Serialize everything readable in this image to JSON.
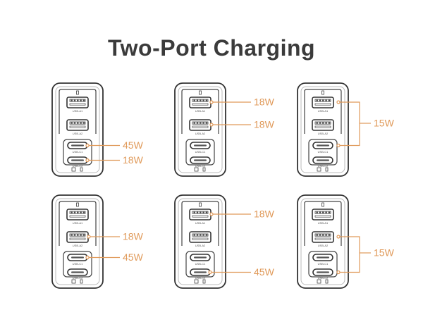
{
  "title": "Two-Port Charging",
  "accent_color": "#e09a5a",
  "port_labels": {
    "a1": "USB-A1",
    "a2": "USB-A2",
    "c1": "USB-C1",
    "c2": "USB-C2"
  },
  "chargers": [
    {
      "id": "c1",
      "callouts": [
        {
          "port": "c1",
          "watts": "45W"
        },
        {
          "port": "c2",
          "watts": "18W"
        }
      ]
    },
    {
      "id": "c2",
      "callouts": [
        {
          "port": "a1",
          "watts": "18W"
        },
        {
          "port": "a2",
          "watts": "18W"
        }
      ]
    },
    {
      "id": "c3",
      "callouts": [
        {
          "ports": [
            "a1",
            "c1"
          ],
          "watts": "15W"
        }
      ]
    },
    {
      "id": "c4",
      "callouts": [
        {
          "port": "a2",
          "watts": "18W"
        },
        {
          "port": "c1",
          "watts": "45W"
        }
      ]
    },
    {
      "id": "c5",
      "callouts": [
        {
          "port": "a1",
          "watts": "18W"
        },
        {
          "port": "c2",
          "watts": "45W"
        }
      ]
    },
    {
      "id": "c6",
      "callouts": [
        {
          "ports": [
            "a2",
            "c2"
          ],
          "watts": "15W"
        }
      ]
    }
  ]
}
